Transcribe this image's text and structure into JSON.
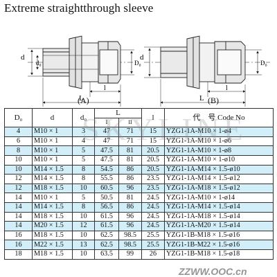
{
  "page": {
    "title": "Extreme straightthrough sleeve"
  },
  "figures": {
    "a": {
      "caption": "(A)",
      "dim_d": "d",
      "dim_d0": "d₀",
      "dim_D0": "D₀",
      "dim_L": "L",
      "dim_l": "l"
    },
    "b": {
      "caption": "(B)",
      "dim_d": "d",
      "dim_D0": "D₀",
      "dim_L": "L",
      "dim_l": "l"
    }
  },
  "table": {
    "headers": {
      "D0": "D₀",
      "d": "d",
      "d0": "d₀",
      "L": "L",
      "L_I": "I",
      "L_II": "II",
      "l": "l",
      "code": "代　号 Code No"
    },
    "rows": [
      [
        "4",
        "M10 × 1",
        "3",
        "47",
        "71",
        "15",
        "YZG1-1A-M10 × 1-ø4"
      ],
      [
        "6",
        "M10 × 1",
        "4",
        "47",
        "71",
        "15",
        "YZG1-1A-M10 × 1-ø6"
      ],
      [
        "8",
        "M10 × 1",
        "5",
        "47.5",
        "81",
        "20.5",
        "YZG1-1A-M10 × 1-ø8"
      ],
      [
        "10",
        "M10 × 1",
        "5",
        "47.5",
        "81",
        "20.5",
        "YZG1-1A-M10 × 1-ø10"
      ],
      [
        "10",
        "M14 × 1.5",
        "8",
        "54.5",
        "86",
        "20.5",
        "YZG1-1A-M14 × 1.5-ø10"
      ],
      [
        "12",
        "M14 × 1.5",
        "8",
        "55.5",
        "86",
        "23.5",
        "YZG1-1A-M14 × 1.5-ø12"
      ],
      [
        "12",
        "M18 × 1.5",
        "10",
        "60.5",
        "96",
        "23.5",
        "YZG1-1A-M18 × 1.5-ø12"
      ],
      [
        "14",
        "M10 × 1",
        "5",
        "50.5",
        "81",
        "24.5",
        "YZG1-1A-M10 × 1-ø14"
      ],
      [
        "14",
        "M14 × 1.5",
        "8",
        "56.5",
        "86",
        "24.5",
        "YZG1-1A-M14 × 1.5-ø14"
      ],
      [
        "14",
        "M18 × 1.5",
        "10",
        "61.5",
        "96",
        "24.5",
        "YZG1-1A-M18 × 1.5-ø14"
      ],
      [
        "14",
        "M20 × 1.5",
        "12",
        "61.5",
        "96",
        "24.5",
        "YZG1-1A-M20 × 1.5-ø14"
      ],
      [
        "16",
        "M18 × 1.5",
        "10",
        "62.5",
        "98.5",
        "25.5",
        "YZG1-1B-M18 × 1.5-ø16"
      ],
      [
        "16",
        "M22 × 1.5",
        "13",
        "62.5",
        "98.5",
        "25.5",
        "YZG1-1B-M22 × 1.5-ø16"
      ],
      [
        "18",
        "M18 × 1.5",
        "10",
        "63.5",
        "99",
        "26",
        "YZG1-1B-M18 × 1.5-ø18"
      ]
    ]
  },
  "watermarks": {
    "main": "SKYLINE",
    "site": "ZZWW.OOC.cn"
  }
}
